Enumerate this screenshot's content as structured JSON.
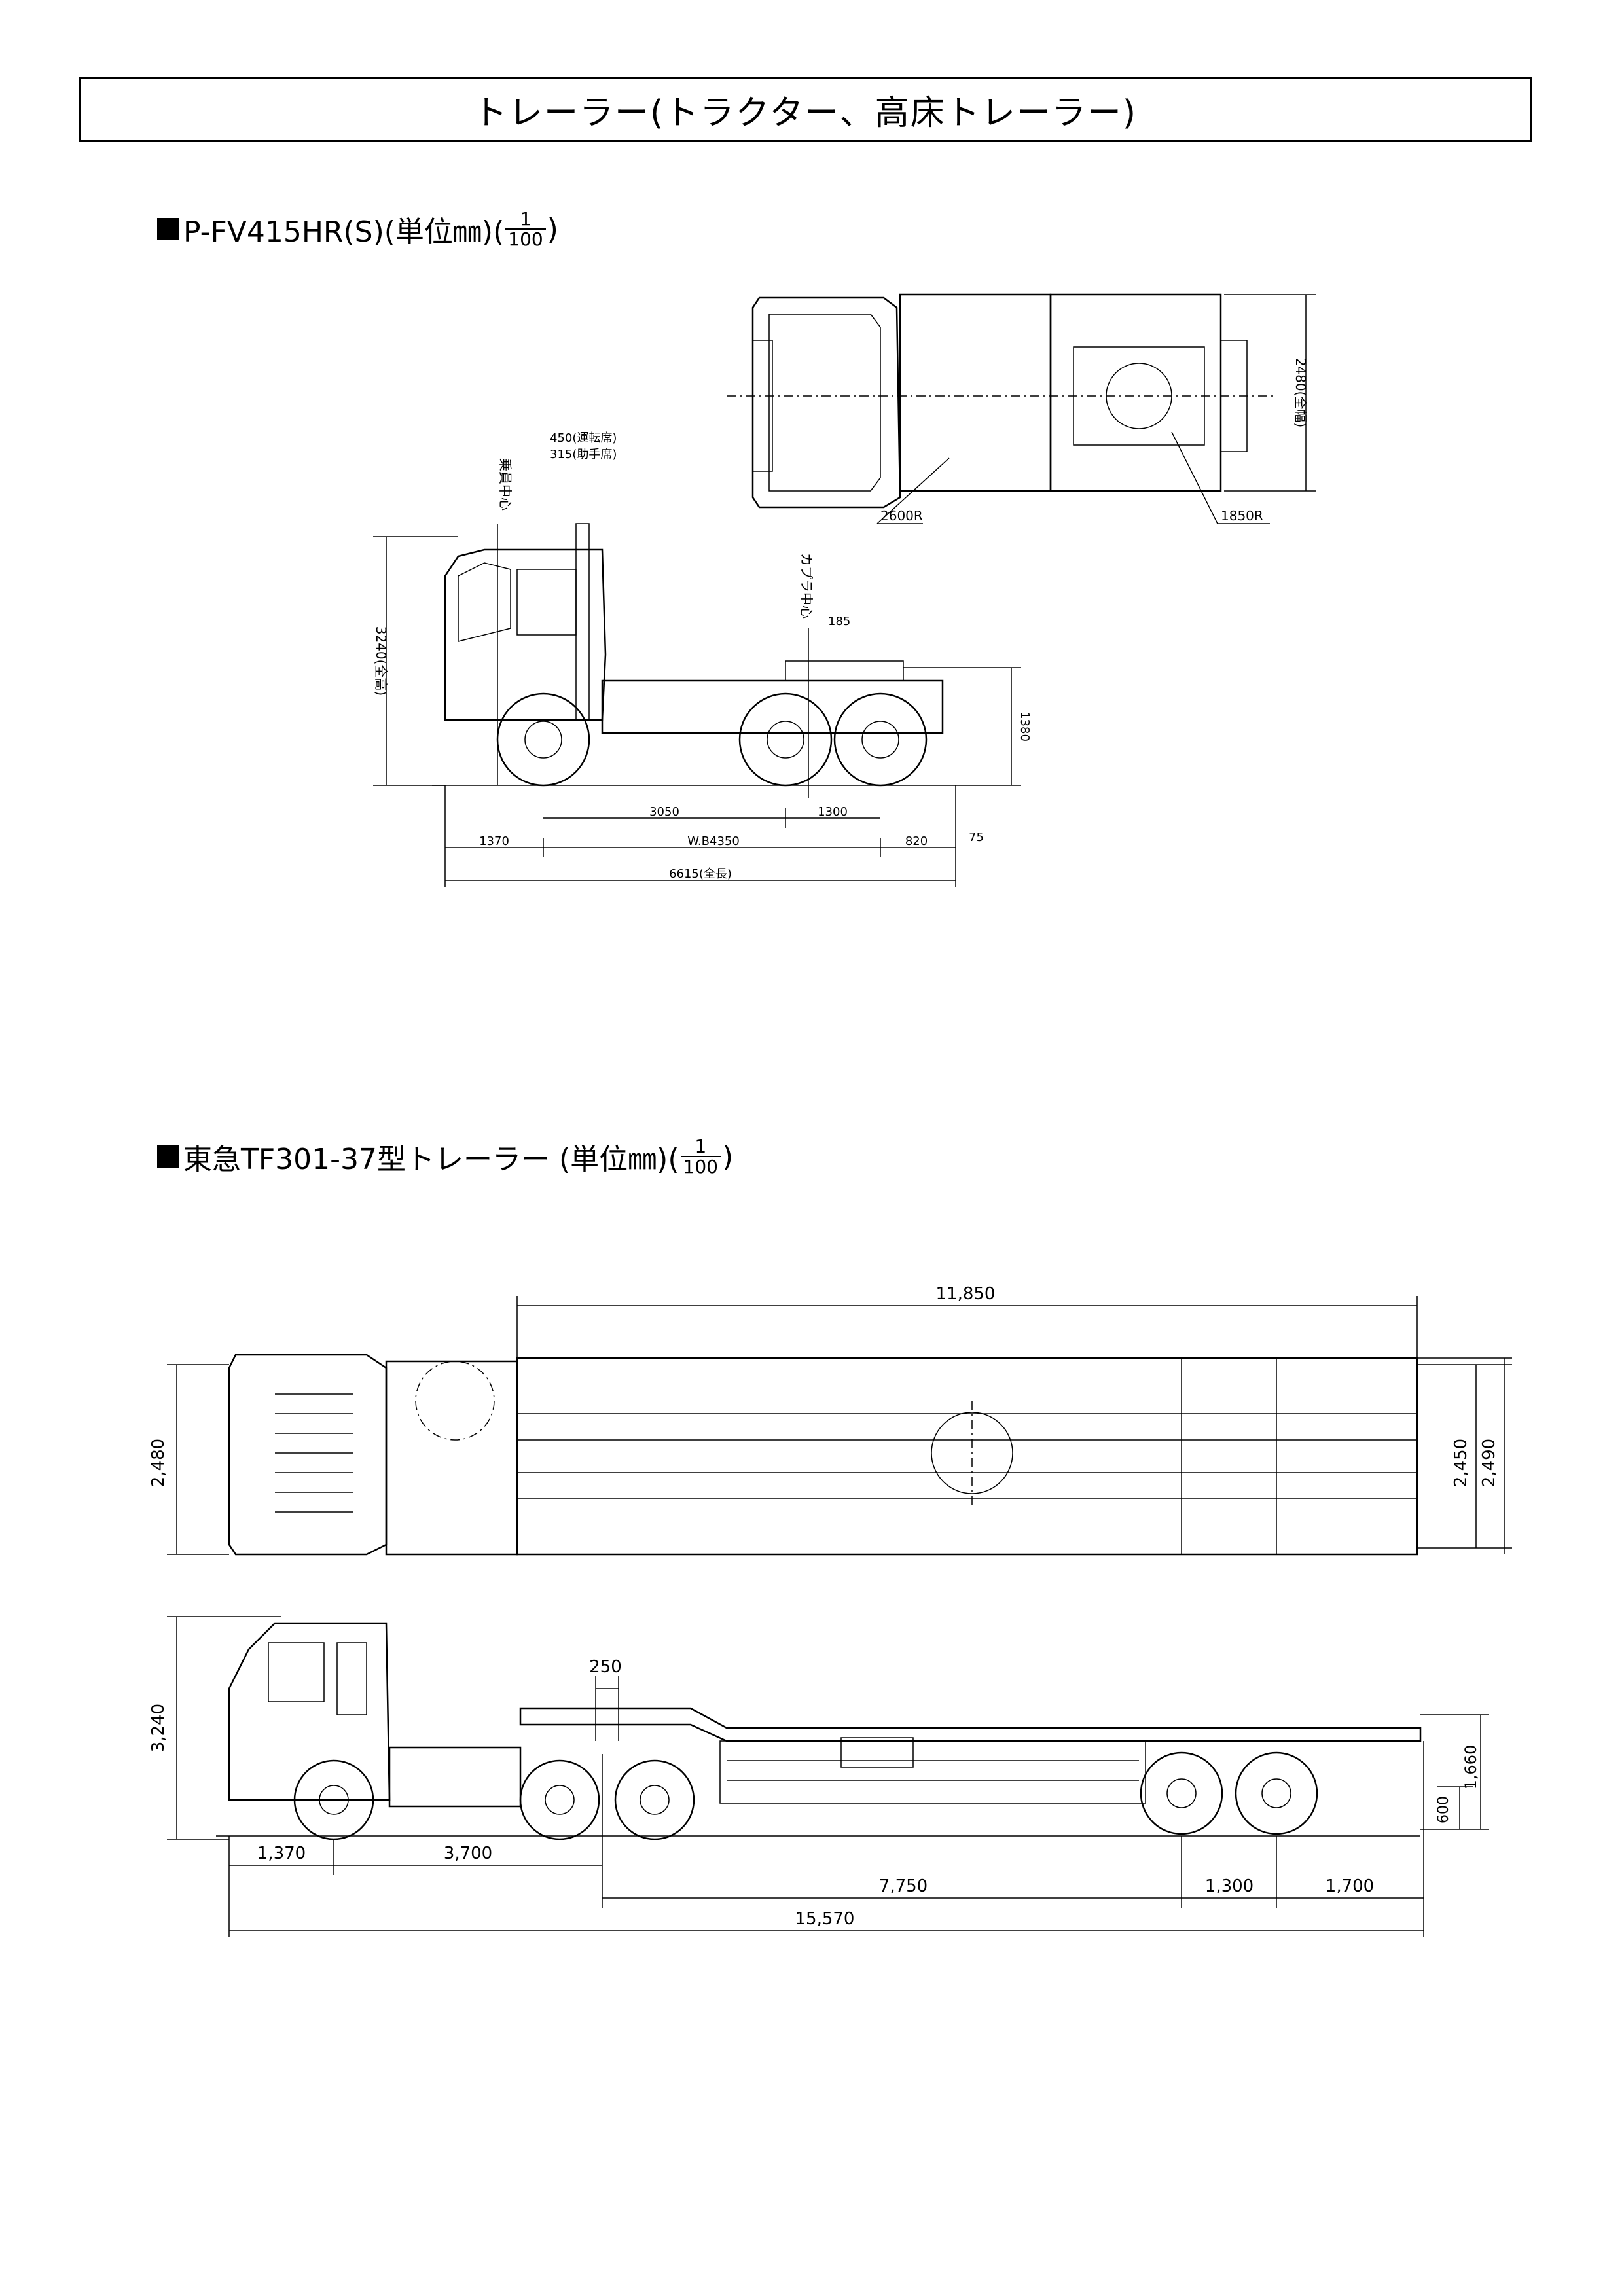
{
  "page_title": "トレーラー(トラクター、高床トレーラー)",
  "tractor": {
    "heading_prefix": "P-FV415HR(S)(単位㎜)(",
    "scale_num": "1",
    "scale_den": "100",
    "heading_suffix": ")",
    "dims": {
      "seat_center": "乗員中心",
      "driver_seat": "450(運転席)",
      "passenger_seat": "315(助手席)",
      "coupler_center": "カプラ中心",
      "d185": "185",
      "height_total": "3240(全高)",
      "d1380": "1380",
      "d3050": "3050",
      "d1300": "1300",
      "d1370": "1370",
      "wheelbase": "W.B4350",
      "d820": "820",
      "d75": "75",
      "length_total": "6615(全長)",
      "width_total": "2480(全幅)",
      "r2600": "2600R",
      "r1850": "1850R"
    }
  },
  "trailer": {
    "heading_prefix": "東急TF301-37型トレーラー (単位㎜)(",
    "scale_num": "1",
    "scale_den": "100",
    "heading_suffix": ")",
    "dims": {
      "d11850": "11,850",
      "d2480": "2,480",
      "d2450": "2,450",
      "d2490": "2,490",
      "d3240": "3,240",
      "d250": "250",
      "d1660": "1,660",
      "d600": "600",
      "d1370": "1,370",
      "d3700": "3,700",
      "d7750": "7,750",
      "d1300": "1,300",
      "d1700": "1,700",
      "d15570": "15,570"
    }
  }
}
